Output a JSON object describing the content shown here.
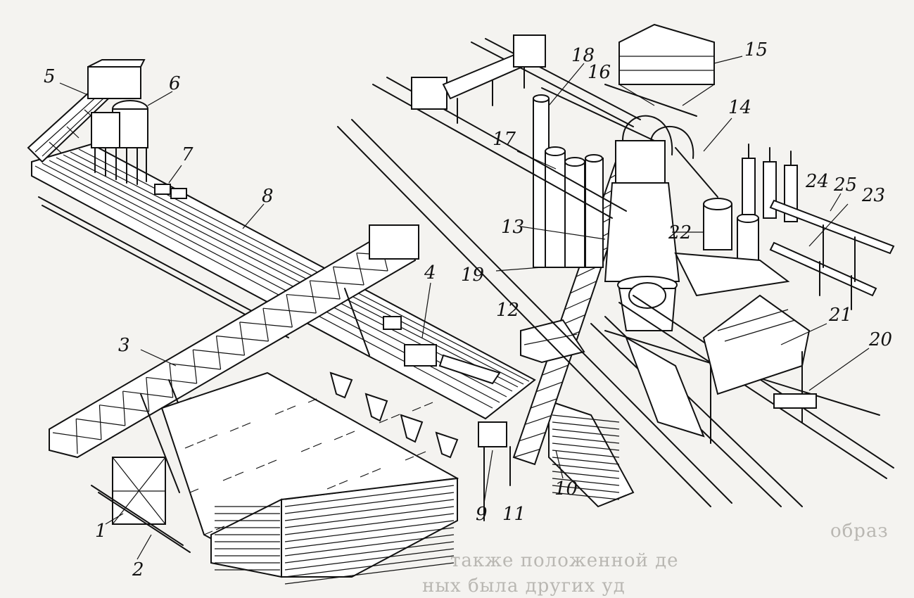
{
  "callouts": {
    "n1": "1",
    "n2": "2",
    "n3": "3",
    "n4": "4",
    "n5": "5",
    "n6": "6",
    "n7": "7",
    "n8": "8",
    "n9": "9",
    "n10": "10",
    "n11": "11",
    "n12": "12",
    "n13": "13",
    "n14": "14",
    "n15": "15",
    "n16": "16",
    "n17": "17",
    "n18": "18",
    "n19": "19",
    "n20": "20",
    "n21": "21",
    "n22": "22",
    "n23": "23",
    "n24": "24",
    "n25": "25"
  },
  "show_through_text": {
    "line1": "образ",
    "line2": "также                    положенной де",
    "line3": "ных                    была         других   уд"
  }
}
